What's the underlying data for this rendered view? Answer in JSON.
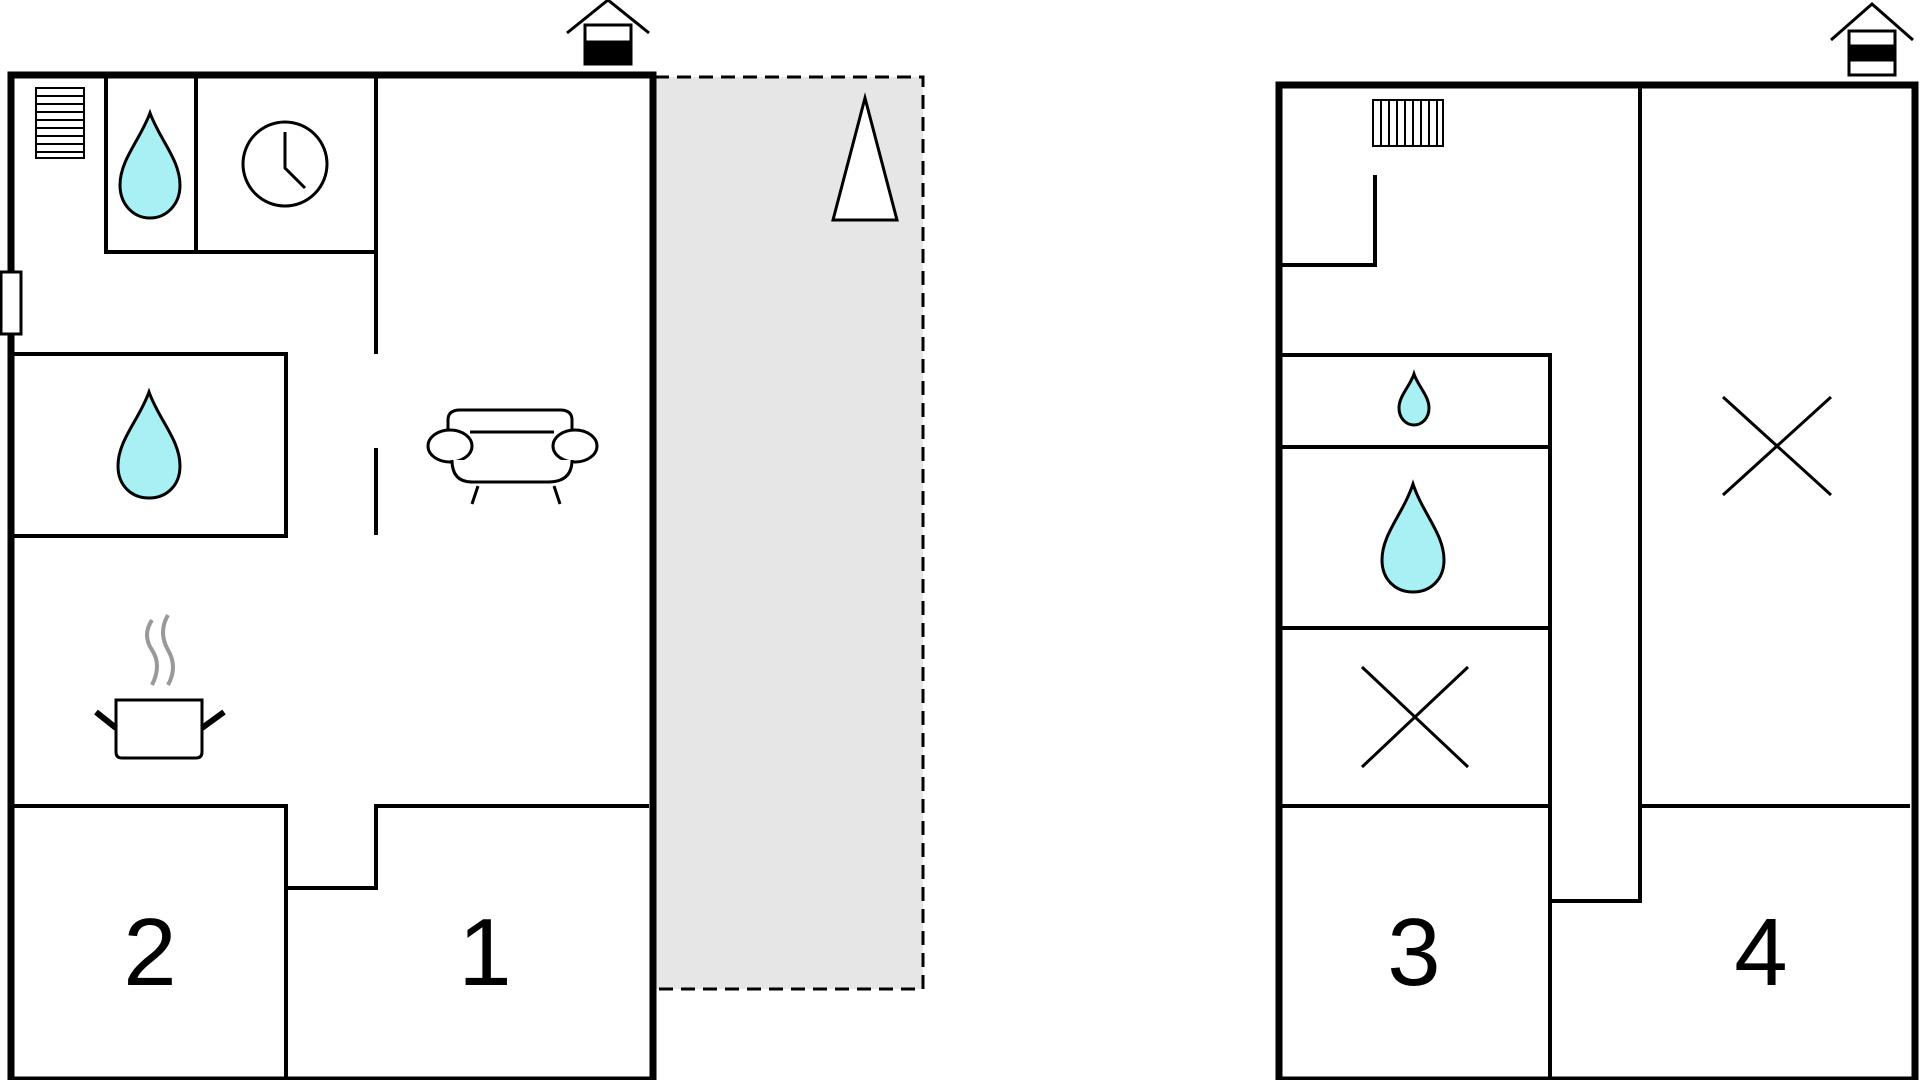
{
  "colors": {
    "wall": "#000000",
    "water": "#a8f0f4",
    "terrace": "#e6e6e6",
    "steam": "#999999",
    "background": "#ffffff"
  },
  "left_floor": {
    "rooms": [
      {
        "number": "2"
      },
      {
        "number": "1"
      }
    ],
    "icons": [
      "stairs-icon",
      "water-drop-icon",
      "clock-icon",
      "sofa-icon",
      "cooking-pot-icon",
      "entrance-house-icon",
      "terrace-tree-icon"
    ]
  },
  "right_floor": {
    "rooms": [
      {
        "number": "3"
      },
      {
        "number": "4"
      }
    ],
    "icons": [
      "stairs-icon",
      "water-drop-icon",
      "x-mark-icon",
      "entrance-house-icon"
    ]
  }
}
